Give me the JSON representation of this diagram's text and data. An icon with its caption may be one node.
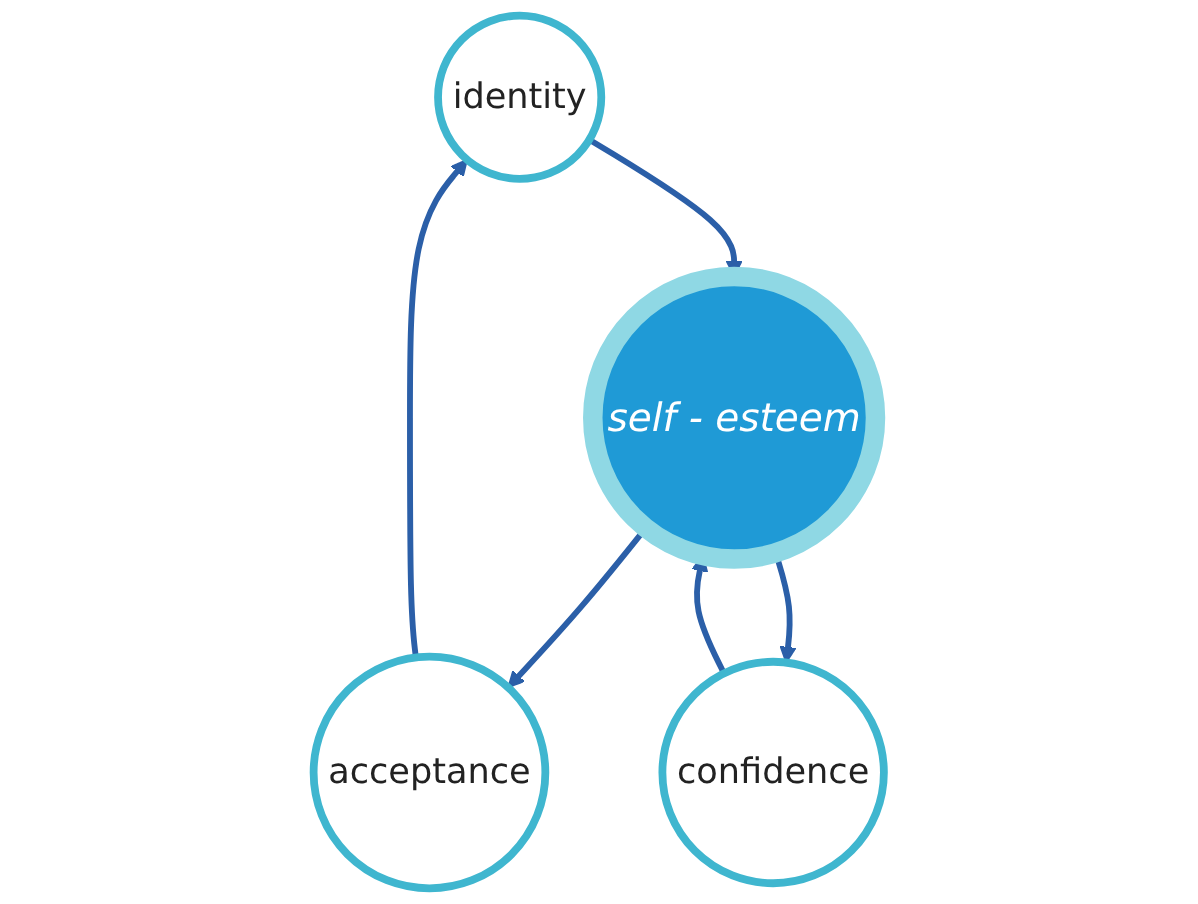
{
  "diagram": {
    "nodes": [
      {
        "text": [
          "identity"
        ]
      },
      {
        "text": [
          "acceptance"
        ]
      },
      {
        "text": [
          "confidence"
        ]
      },
      {
        "text": [
          "self - esteem"
        ]
      }
    ],
    "edges": [
      {
        "from": 1,
        "to": 0,
        "arrow": "to"
      },
      {
        "from": 0,
        "to": 3,
        "arrow": "to"
      },
      {
        "from": 3,
        "to": 1,
        "arrow": "to"
      },
      {
        "from": 2,
        "to": 3,
        "arrow": "to"
      },
      {
        "from": 3,
        "to": 2,
        "arrow": "to"
      }
    ]
  }
}
